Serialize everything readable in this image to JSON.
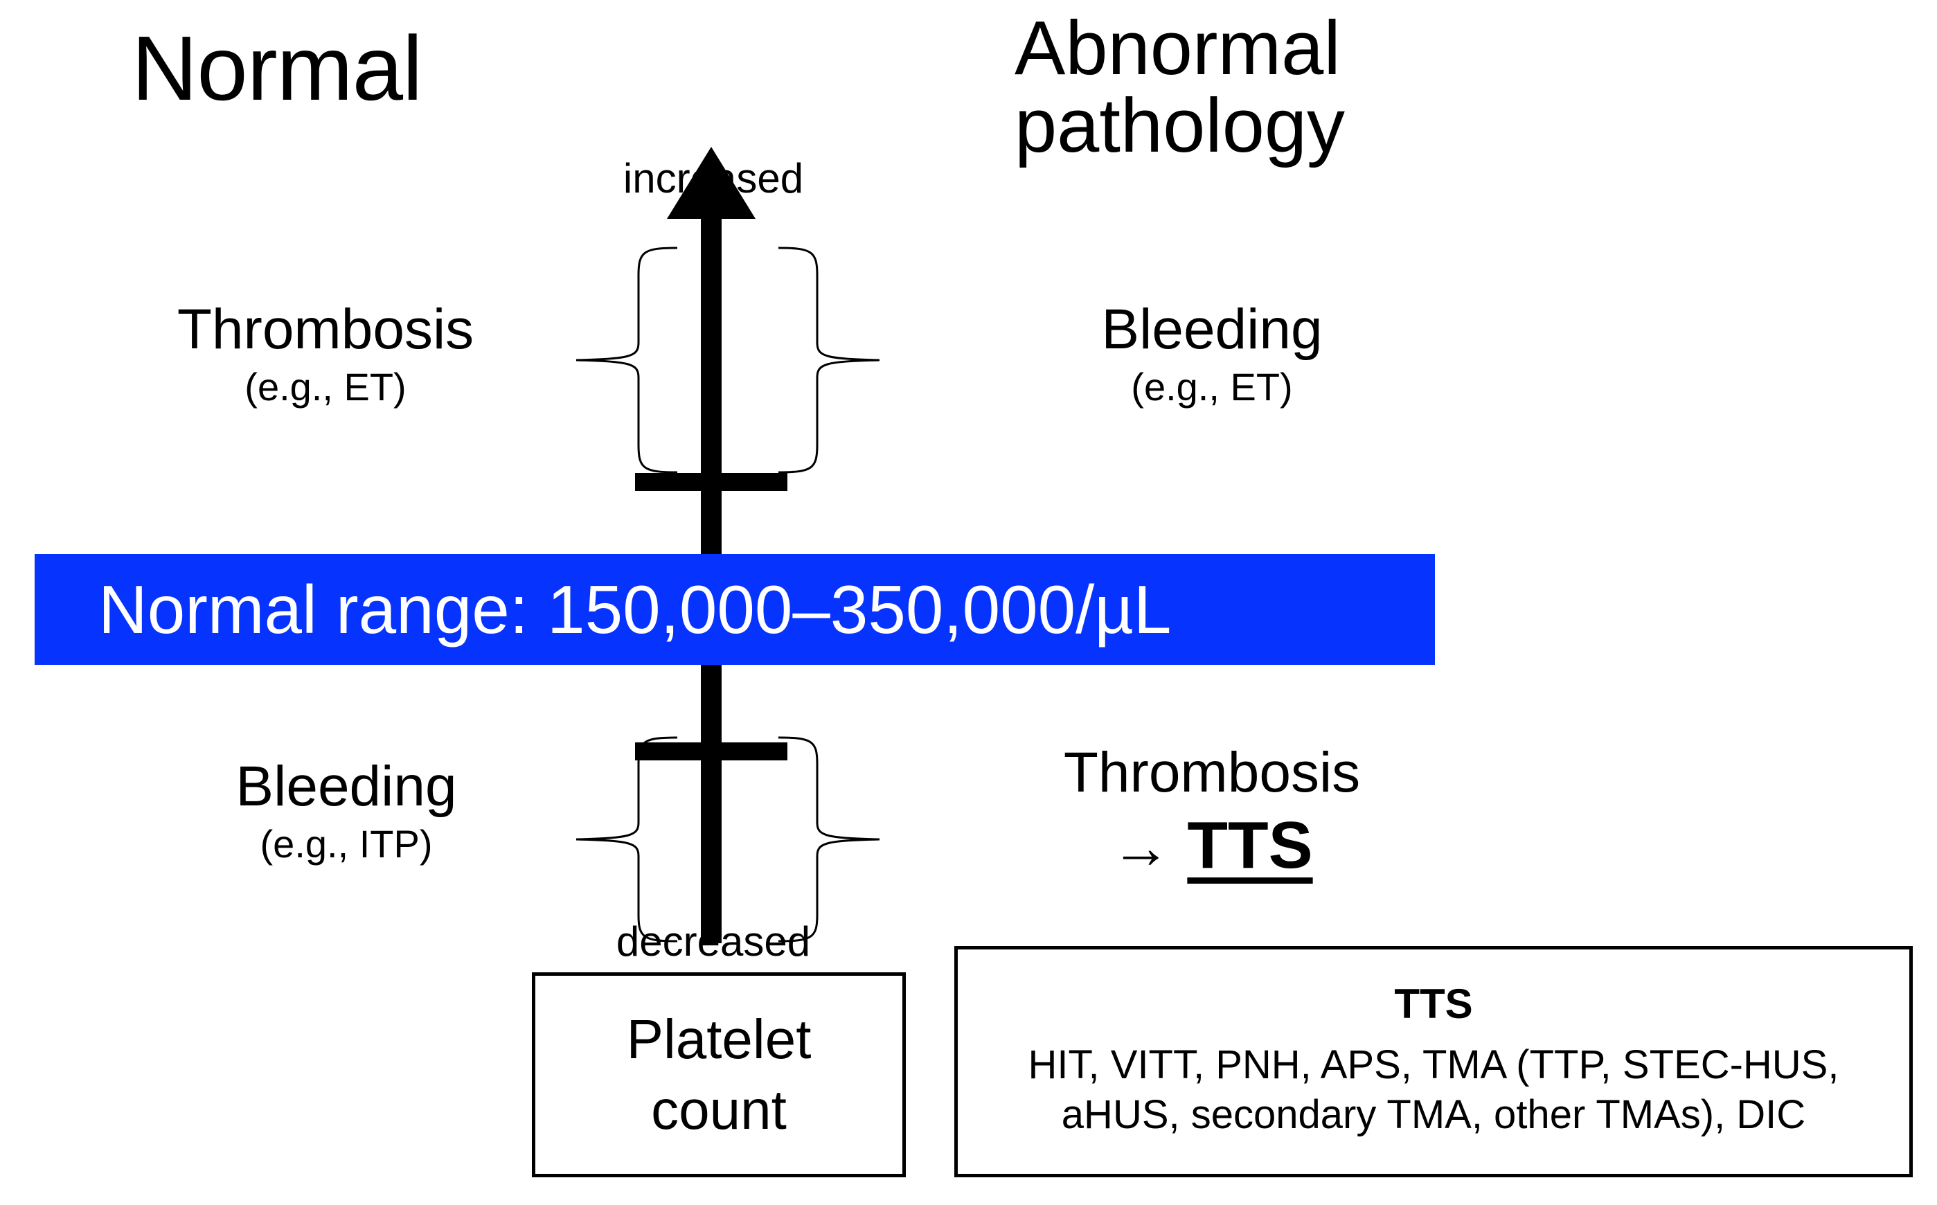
{
  "diagram": {
    "title_left": "Normal",
    "title_right": "Abnormal pathology",
    "axis": {
      "top_label": "increased",
      "bottom_label": "decreased",
      "arrow_direction": "up",
      "variable": "Platelet count"
    },
    "normal_range_banner": {
      "text": "Normal range: 150,000–350,000/µL",
      "background_color": "#0733FF",
      "text_color": "#FFFFFF",
      "low_value": "150,000",
      "high_value": "350,000",
      "units": "/µL"
    },
    "quadrants": {
      "upper_left": {
        "main": "Thrombosis",
        "sub": "(e.g., ET)"
      },
      "upper_right": {
        "main": "Bleeding",
        "sub": "(e.g., ET)"
      },
      "lower_left": {
        "main": "Bleeding",
        "sub": "(e.g., ITP)"
      },
      "lower_right": {
        "main": "Thrombosis",
        "arrow_glyph": "→",
        "outcome": "TTS"
      }
    },
    "platelet_box": {
      "line1": "Platelet",
      "line2": "count"
    },
    "tts_box": {
      "title": "TTS",
      "line1": "HIT, VITT, PNH, APS, TMA (TTP, STEC-HUS,",
      "line2": "aHUS, secondary TMA, other TMAs), DIC"
    }
  }
}
